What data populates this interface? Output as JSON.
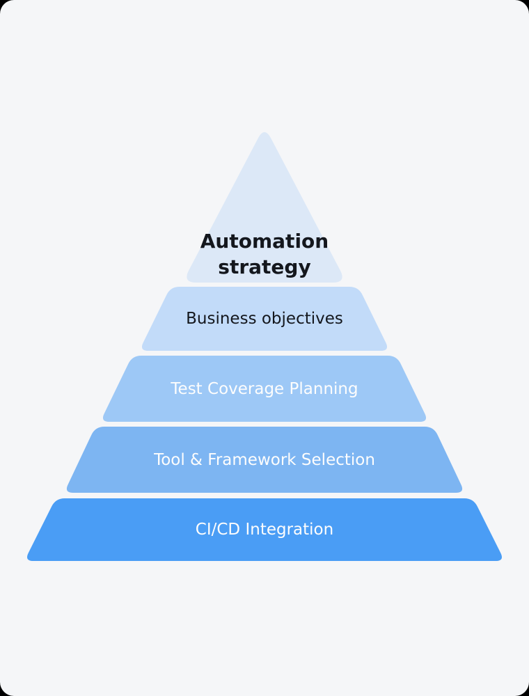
{
  "page": {
    "outer_background": "#000000",
    "card_background": "#f5f6f8"
  },
  "chart_data": {
    "type": "pyramid",
    "title": "",
    "levels": [
      {
        "label": "Automation strategy",
        "color": "#dce8f7",
        "text_color": "#14171d"
      },
      {
        "label": "Business objectives",
        "color": "#c2dbf9",
        "text_color": "#14171d"
      },
      {
        "label": "Test Coverage Planning",
        "color": "#9dc8f6",
        "text_color": "#fdfdfd"
      },
      {
        "label": "Tool & Framework Selection",
        "color": "#7db5f2",
        "text_color": "#fdfdfd"
      },
      {
        "label": "CI/CD Integration",
        "color": "#4a9df5",
        "text_color": "#fdfdfd"
      }
    ]
  }
}
